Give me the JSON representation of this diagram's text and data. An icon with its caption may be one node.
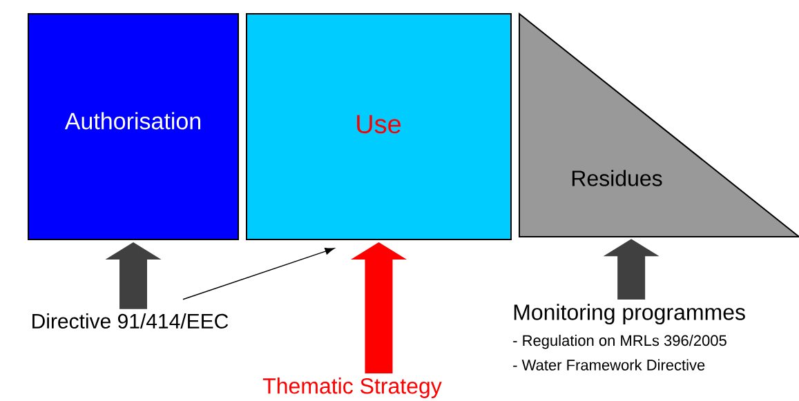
{
  "diagram": {
    "nodes": [
      {
        "text": [
          "Authorisation"
        ]
      },
      {
        "text": [
          "Use"
        ]
      },
      {
        "text": [
          "Residues"
        ]
      },
      {
        "text": [
          "Directive 91/414/EEC"
        ]
      },
      {
        "text": [
          "Thematic Strategy"
        ]
      },
      {
        "text": [
          "Monitoring programmes",
          "- Regulation on MRLs 396/2005",
          "- Water Framework Directive"
        ]
      }
    ],
    "edges": [
      {
        "from": 3,
        "to": 0,
        "arrow": "to"
      },
      {
        "from": 3,
        "to": 1,
        "arrow": "to",
        "color": "#000000"
      },
      {
        "from": 4,
        "to": 1,
        "arrow": "to",
        "color": "#ff0000"
      },
      {
        "from": 5,
        "to": 2,
        "arrow": "to"
      }
    ]
  }
}
